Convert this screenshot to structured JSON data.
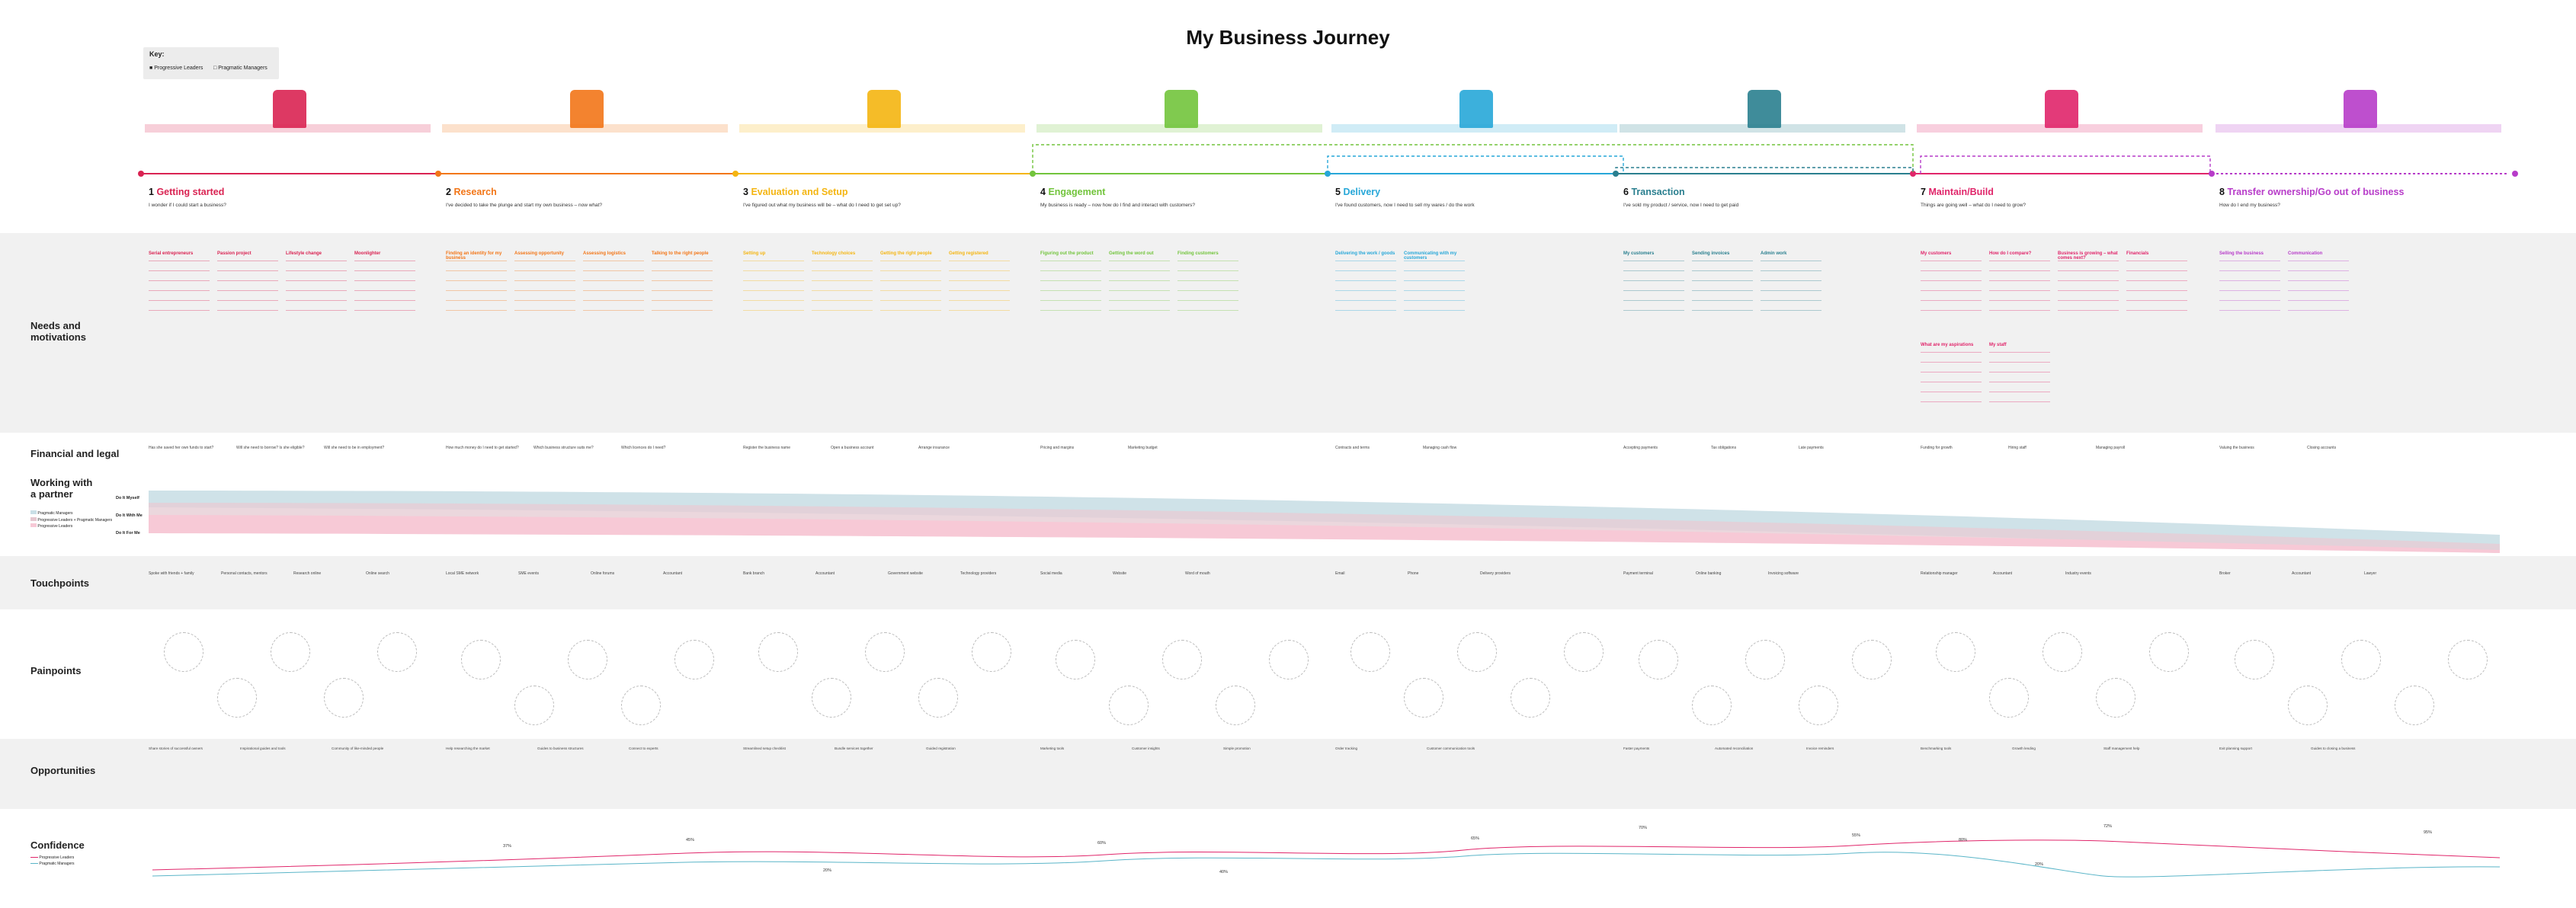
{
  "title": "My Business Journey",
  "key": {
    "title": "Key:",
    "items": [
      "Progressive Leaders",
      "Pragmatic Managers"
    ]
  },
  "row_labels": {
    "needs": "Needs and motivations",
    "financial": "Financial and legal",
    "partner": "Working with a partner",
    "touchpoints": "Touchpoints",
    "painpoints": "Painpoints",
    "opportunities": "Opportunities",
    "confidence": "Confidence"
  },
  "partner_legend": [
    "Pragmatic Managers",
    "Progressive Leaders + Pragmatic Managers",
    "Progressive Leaders"
  ],
  "partner_levels": [
    "Do It Myself",
    "Do It With Me",
    "Do It For Me"
  ],
  "confidence_legend": [
    "Progressive Leaders",
    "Pragmatic Managers"
  ],
  "colors": {
    "s1": "#d92352",
    "s2": "#f27618",
    "s3": "#f4b511",
    "s4": "#72c43c",
    "s5": "#27a7d8",
    "s6": "#2a7f8f",
    "s7": "#e0256a",
    "s8": "#b73cc9",
    "gray_band": "#f0f0f0",
    "pink_area": "#f7c9d6",
    "blue_area": "#c9dfe6"
  },
  "stages": [
    {
      "num": "1",
      "title": "Getting started",
      "sub": "I wonder if I could start a business?",
      "cats": [
        "Serial entrepreneurs",
        "Passion project",
        "Lifestyle change",
        "Moonlighter"
      ],
      "fin": [
        "Has she saved her own funds to start?",
        "Will she need to borrow? Is she eligible?",
        "Will she need to be in employment?"
      ],
      "tp": [
        "Spoke with friends + family",
        "Personal contacts, mentors",
        "Research online",
        "Online search"
      ],
      "opp": [
        "Share stories of successful owners",
        "Inspirational guides and tools",
        "Community of like-minded people"
      ]
    },
    {
      "num": "2",
      "title": "Research",
      "sub": "I've decided to take the plunge and start my own business – now what?",
      "cats": [
        "Finding an identity for my business",
        "Assessing opportunity",
        "Assessing logistics",
        "Talking to the right people"
      ],
      "fin": [
        "How much money do I need to get started?",
        "Which business structure suits me?",
        "Which licences do I need?"
      ],
      "tp": [
        "Local SME network",
        "SME events",
        "Online forums",
        "Accountant"
      ],
      "opp": [
        "Help researching the market",
        "Guides to business structures",
        "Connect to experts"
      ]
    },
    {
      "num": "3",
      "title": "Evaluation and Setup",
      "sub": "I've figured out what my business will be – what do I need to get set up?",
      "cats": [
        "Setting up",
        "Technology choices",
        "Getting the right people",
        "Getting registered"
      ],
      "fin": [
        "Register the business name",
        "Open a business account",
        "Arrange insurance"
      ],
      "tp": [
        "Bank branch",
        "Accountant",
        "Government website",
        "Technology providers"
      ],
      "opp": [
        "Streamlined setup checklist",
        "Bundle services together",
        "Guided registration"
      ]
    },
    {
      "num": "4",
      "title": "Engagement",
      "sub": "My business is ready – now how do I find and interact with customers?",
      "cats": [
        "Figuring out the product",
        "Getting the word out",
        "Finding customers"
      ],
      "fin": [
        "Pricing and margins",
        "Marketing budget"
      ],
      "tp": [
        "Social media",
        "Website",
        "Word of mouth"
      ],
      "opp": [
        "Marketing tools",
        "Customer insights",
        "Simple promotion"
      ]
    },
    {
      "num": "5",
      "title": "Delivery",
      "sub": "I've found customers, now I need to sell my wares / do the work",
      "cats": [
        "Delivering the work / goods",
        "Communicating with my customers"
      ],
      "fin": [
        "Contracts and terms",
        "Managing cash flow"
      ],
      "tp": [
        "Email",
        "Phone",
        "Delivery providers"
      ],
      "opp": [
        "Order tracking",
        "Customer communication tools"
      ]
    },
    {
      "num": "6",
      "title": "Transaction",
      "sub": "I've sold my product / service, now I need to get paid",
      "cats": [
        "My customers",
        "Sending invoices",
        "Admin work"
      ],
      "fin": [
        "Accepting payments",
        "Tax obligations",
        "Late payments"
      ],
      "tp": [
        "Payment terminal",
        "Online banking",
        "Invoicing software"
      ],
      "opp": [
        "Faster payments",
        "Automated reconciliation",
        "Invoice reminders"
      ]
    },
    {
      "num": "7",
      "title": "Maintain/Build",
      "sub": "Things are going well – what do I need to grow?",
      "cats": [
        "My customers",
        "How do I compare?",
        "Business is growing – what comes next?",
        "Financials",
        "What are my aspirations",
        "My staff"
      ],
      "fin": [
        "Funding for growth",
        "Hiring staff",
        "Managing payroll"
      ],
      "tp": [
        "Relationship manager",
        "Accountant",
        "Industry events"
      ],
      "opp": [
        "Benchmarking tools",
        "Growth lending",
        "Staff management help"
      ]
    },
    {
      "num": "8",
      "title": "Transfer ownership/Go out of business",
      "sub": "How do I end my business?",
      "cats": [
        "Selling the business",
        "Communication"
      ],
      "fin": [
        "Valuing the business",
        "Closing accounts"
      ],
      "tp": [
        "Broker",
        "Accountant",
        "Lawyer"
      ],
      "opp": [
        "Exit planning support",
        "Guides to closing a business"
      ]
    }
  ],
  "confidence_pcts": [
    "37%",
    "45%",
    "20%",
    "60%",
    "40%",
    "65%",
    "70%",
    "55%",
    "80%",
    "72%",
    "20%",
    "95%"
  ]
}
